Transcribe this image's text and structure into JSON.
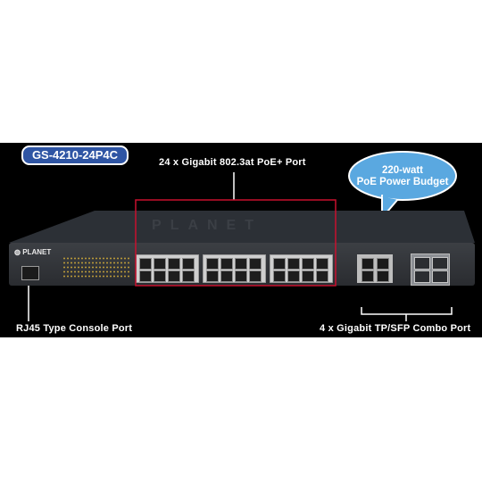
{
  "model": "GS-4210-24P4C",
  "labels": {
    "poe_ports": "24 x Gigabit 802.3at PoE+ Port",
    "console": "RJ45 Type Console Port",
    "combo": "4 x Gigabit TP/SFP Combo Port"
  },
  "callout": {
    "line1": "220-watt",
    "line2": "PoE Power Budget"
  },
  "device": {
    "brand_logo": "PLANET",
    "watermark": "PLANET"
  },
  "colors": {
    "tag_blue": "#2f55a4",
    "bubble_blue": "#5aa8e0",
    "highlight_red": "#c8102e"
  }
}
